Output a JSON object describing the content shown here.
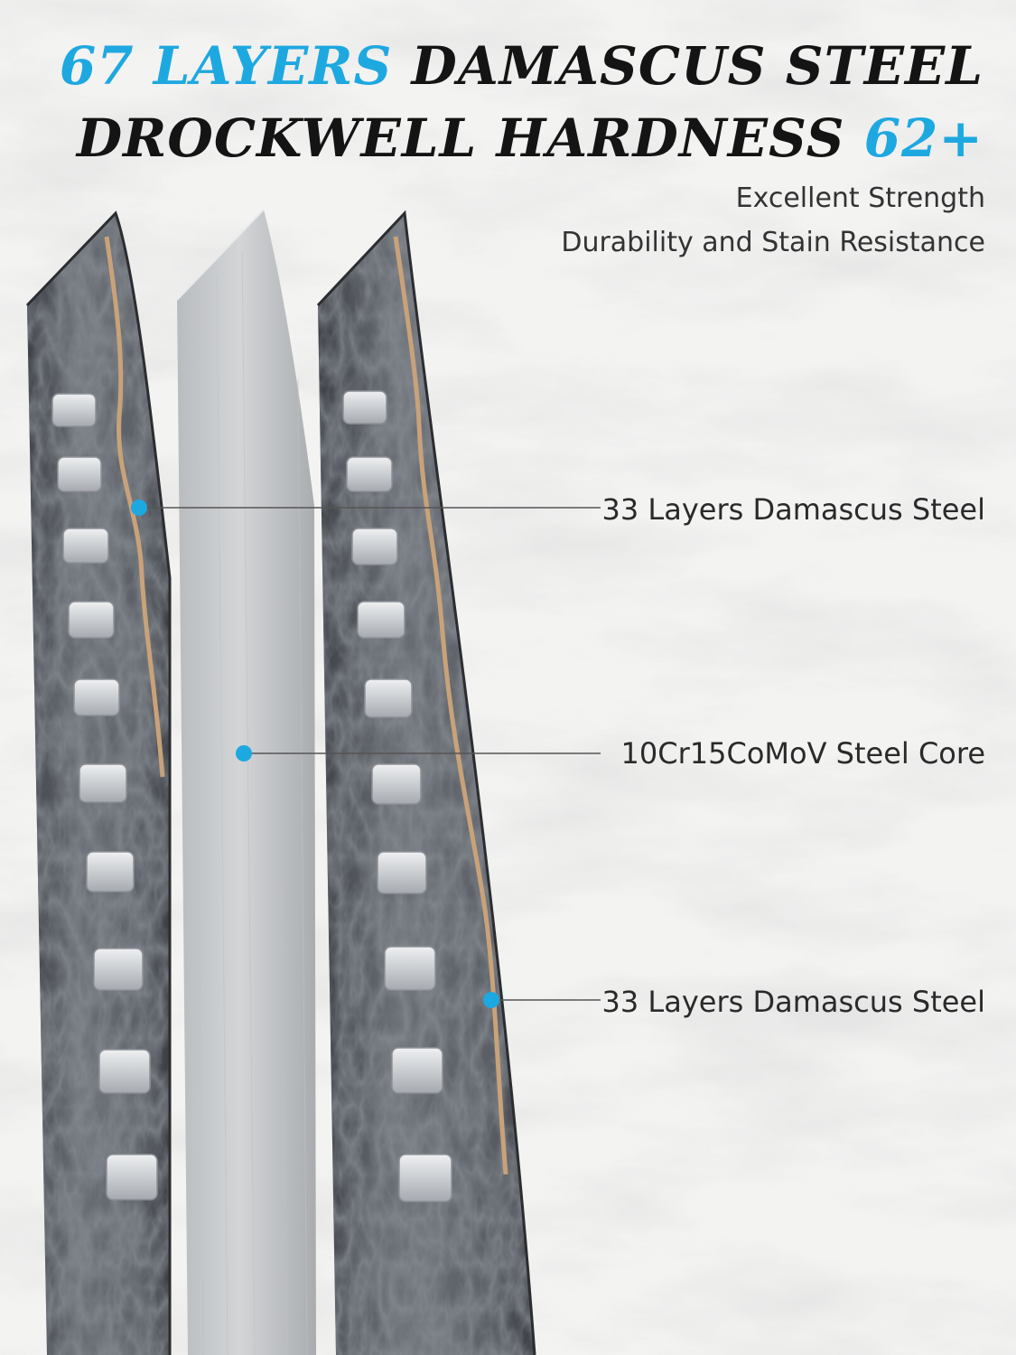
{
  "headline": {
    "line1_accent": "67 LAYERS",
    "line1_rest": "DAMASCUS STEEL",
    "line2_rest": "DROCKWELL HARDNESS",
    "line2_accent": "62+"
  },
  "subheadline": {
    "line1": "Excellent Strength",
    "line2": "Durability and Stain Resistance"
  },
  "callouts": [
    {
      "label": "33 Layers Damascus Steel"
    },
    {
      "label": "10Cr15CoMoV Steel Core"
    },
    {
      "label": "33 Layers Damascus Steel"
    }
  ],
  "colors": {
    "accent": "#1ea8e0",
    "text": "#141414",
    "background": "#f4f4f3",
    "damascus": "#5b5f66",
    "core_steel": "#c9cbcd",
    "copper_line": "#c9a27a"
  },
  "icons": [
    "callout-dot-icon"
  ]
}
